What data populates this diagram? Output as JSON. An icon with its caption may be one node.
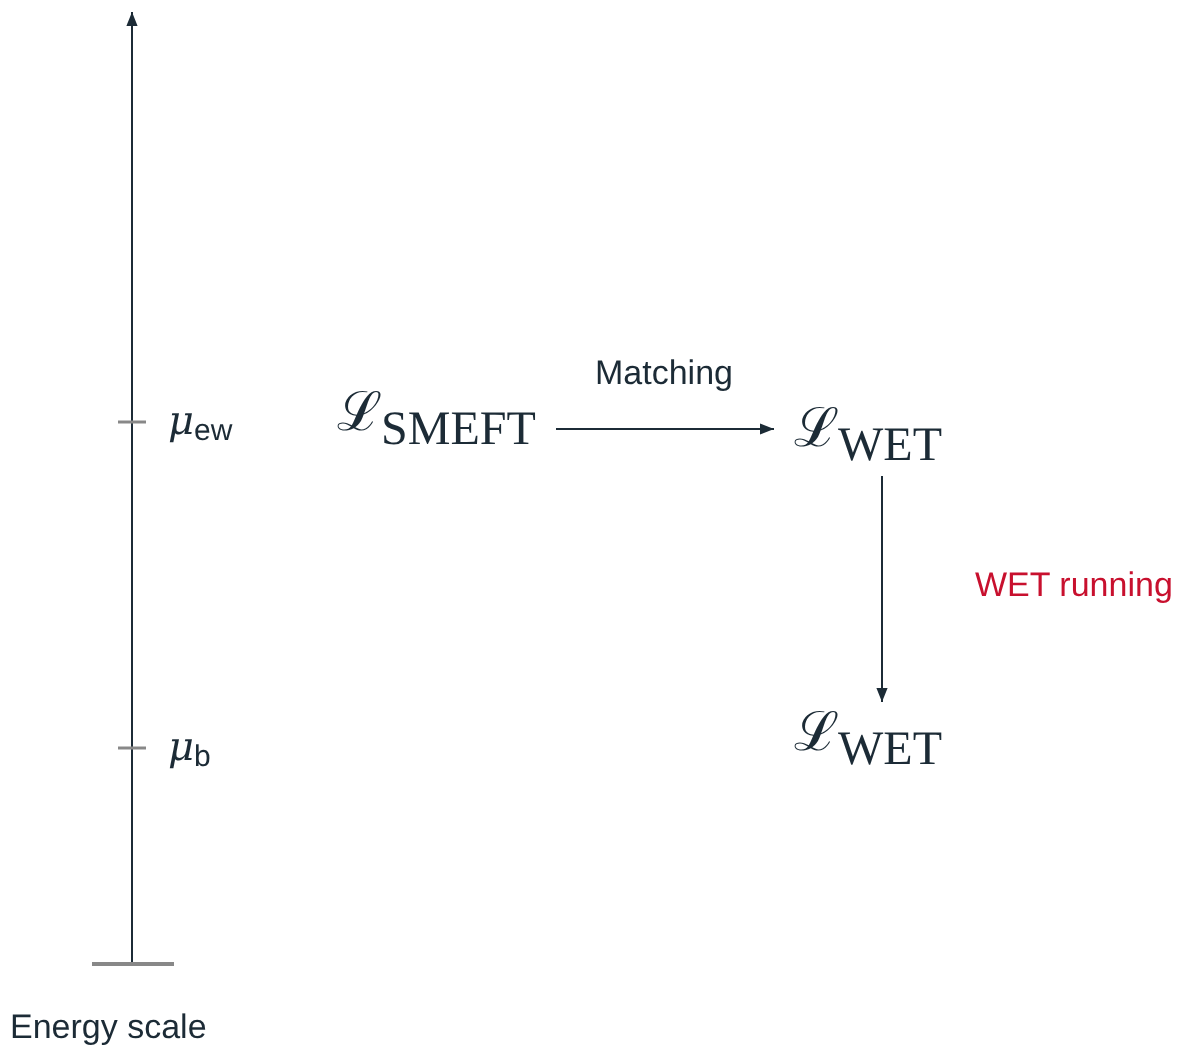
{
  "diagram": {
    "nodes": [
      {
        "text": [
          "ℒ$_{SMEFT}$"
        ]
      },
      {
        "text": [
          "ℒ$_{WET}$"
        ]
      },
      {
        "text": [
          "ℒ$_{WET}$"
        ]
      }
    ],
    "edges": [
      {
        "from": 0,
        "to": 1,
        "arrow": "to",
        "label": "Matching"
      },
      {
        "from": 1,
        "to": 2,
        "arrow": "to",
        "label": "WET running"
      }
    ],
    "labels": [
      "μ$_{ew}$",
      "μ$_{b}$",
      "Energy scale"
    ]
  }
}
